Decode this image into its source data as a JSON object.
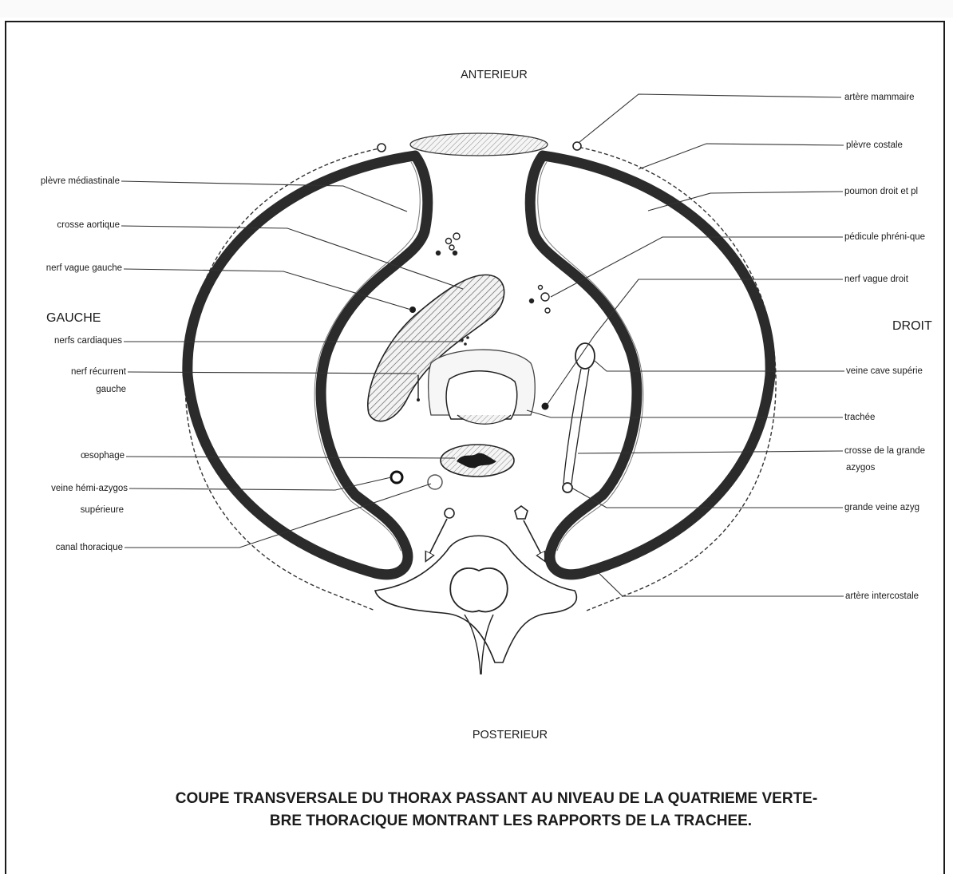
{
  "directions": {
    "anterior": "ANTERIEUR",
    "posterior": "POSTERIEUR",
    "left": "GAUCHE",
    "right": "DROIT"
  },
  "labels_left": [
    "plèvre médiastinale",
    "crosse aortique",
    "nerf vague gauche",
    "nerfs cardiaques",
    "nerf récurrent",
    "gauche",
    "œsophage",
    "veine hémi-azygos",
    "supérieure",
    "canal thoracique"
  ],
  "labels_right": [
    "artère mammaire",
    "plèvre costale",
    "poumon droit et pl",
    "pédicule phréni-que",
    "nerf vague droit",
    "veine cave supérie",
    "trachée",
    "crosse de la grande",
    "azygos",
    "grande veine azyg",
    "artère intercostale"
  ],
  "caption": {
    "line1": "COUPE TRANSVERSALE DU THORAX PASSANT AU NIVEAU DE LA QUATRIEME VERTE-",
    "line2": "BRE THORACIQUE MONTRANT LES RAPPORTS DE LA TRACHEE."
  }
}
